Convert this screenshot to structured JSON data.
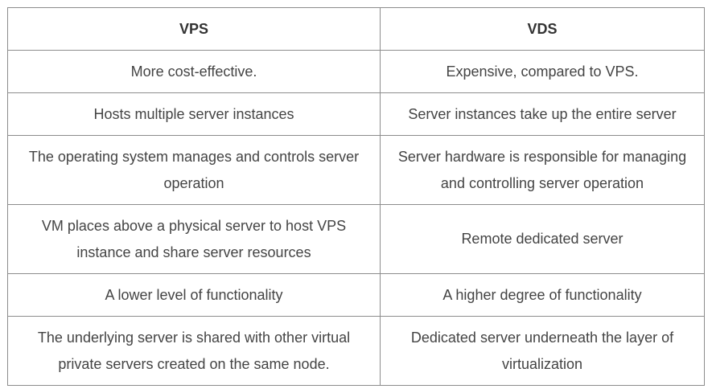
{
  "table": {
    "headers": [
      "VPS",
      "VDS"
    ],
    "rows": [
      [
        "More cost-effective.",
        "Expensive, compared to VPS."
      ],
      [
        "Hosts multiple server instances",
        "Server instances take up the entire server"
      ],
      [
        "The operating system manages and controls server operation",
        "Server hardware is responsible for managing and controlling server operation"
      ],
      [
        "VM places above a physical server to host VPS instance and share server resources",
        "Remote dedicated server"
      ],
      [
        "A lower level of functionality",
        "A higher degree of functionality"
      ],
      [
        "The underlying server is shared with other virtual private servers created on the same node.",
        "Dedicated server underneath the layer of virtualization"
      ]
    ]
  },
  "colors": {
    "border": "#8c8c8c",
    "text": "#444444",
    "header_text": "#333333",
    "background": "#ffffff"
  }
}
